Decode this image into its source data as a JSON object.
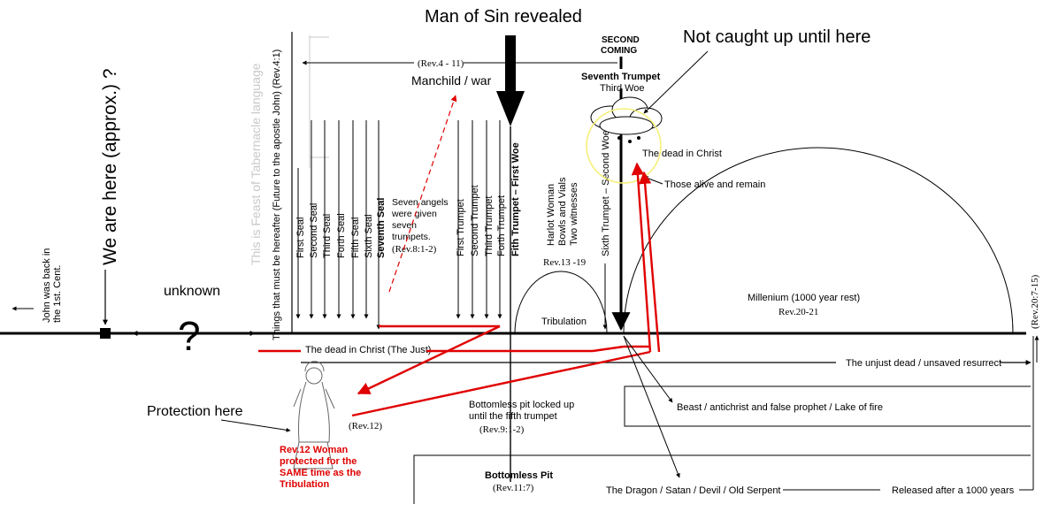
{
  "headline": {
    "man_of_sin": "Man of Sin revealed",
    "not_caught": "Not caught up until here"
  },
  "second_coming": {
    "line1": "SECOND",
    "line2": "COMING"
  },
  "rev4_11": "(Rev.4 - 11)",
  "manchild": "Manchild / war",
  "seventh_trumpet": "Seventh Trumpet",
  "third_woe": "Third Woe",
  "we_are_here": "We are here (approx.) ?",
  "john_back": {
    "line1": "John was back in",
    "line2": "the 1st. Cent."
  },
  "unknown": "unknown",
  "question_mark": "?",
  "tabernacle": "This is Feast of Tabernacle language",
  "things_hereafter": "Things that must be hereafter (Future to the apostle John) (Rev.4:1)",
  "seals": [
    "First Seal",
    "Second Seal",
    "Third Seal",
    "Forth Seal",
    "Fifth Seal",
    "Sixth Seal",
    "Seventh Seal"
  ],
  "seven_angels": {
    "line1": "Seven angels",
    "line2": "were given",
    "line3": "seven",
    "line4": "trumpets.",
    "ref": "(Rev.8:1-2)"
  },
  "trumpets": [
    "First Trumpet",
    "Second Trumpet",
    "Third Trumpet",
    "Forth Trumpet",
    "Fith Trumpet – First Woe"
  ],
  "harlot": {
    "line1": "Harlot Woman",
    "line2": "Bowls and Vials",
    "line3": "Two witnesses"
  },
  "rev13_19": "Rev.13 -19",
  "sixth_trumpet": "Sixth Trumpet – Second Woe",
  "tribulation": "Tribulation",
  "dead_in_christ": "The dead in Christ",
  "alive_remain": "Those alive and remain",
  "millenium": "Millenium (1000 year rest)",
  "rev20_21": "Rev.20-21",
  "rev20_7_15": "(Rev.20:7-15)",
  "dead_in_christ_just": "The dead in Christ (The Just)",
  "unjust_dead": "The unjust dead / unsaved resurrect",
  "protection": "Protection here",
  "rev12": "(Rev.12)",
  "woman_note": {
    "line1": "Rev.12 Woman",
    "line2": "protected for the",
    "line3": "SAME time as the",
    "line4": "Tribulation"
  },
  "pit_locked": {
    "line1": "Bottomless pit locked up",
    "line2": "until the fifth trumpet",
    "ref": "(Rev.9:1-2)"
  },
  "beast": "Beast / antichrist and false prophet / Lake of fire",
  "bottomless_pit": "Bottomless Pit",
  "rev11_7": "(Rev.11:7)",
  "dragon": "The Dragon / Satan / Devil / Old Serpent",
  "released": "Released after a 1000 years",
  "colors": {
    "red": "#e00000",
    "black": "#000000",
    "gray": "#c8c8c8",
    "yellow": "#f5f07a"
  }
}
